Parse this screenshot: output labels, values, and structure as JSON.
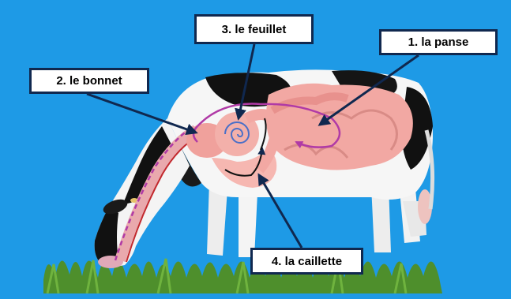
{
  "labels": {
    "panse": "1. la panse",
    "bonnet": "2. le bonnet",
    "feuillet": "3. le feuillet",
    "caillette": "4. la caillette"
  },
  "colors": {
    "background": "#1e9ae6",
    "label_border": "#10284f",
    "arrow": "#10284f",
    "stomach": "#f2a8a3",
    "digestive_path": "#b03aa6",
    "grass": "#4e8f2c"
  }
}
